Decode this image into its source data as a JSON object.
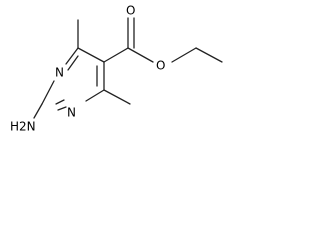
{
  "molecule": {
    "atoms": {
      "ring_n_upper": "N",
      "ring_n_lower": "N",
      "ester_o_carbonyl": "O",
      "ester_o_ether": "O",
      "amino_group": "H2N"
    }
  }
}
